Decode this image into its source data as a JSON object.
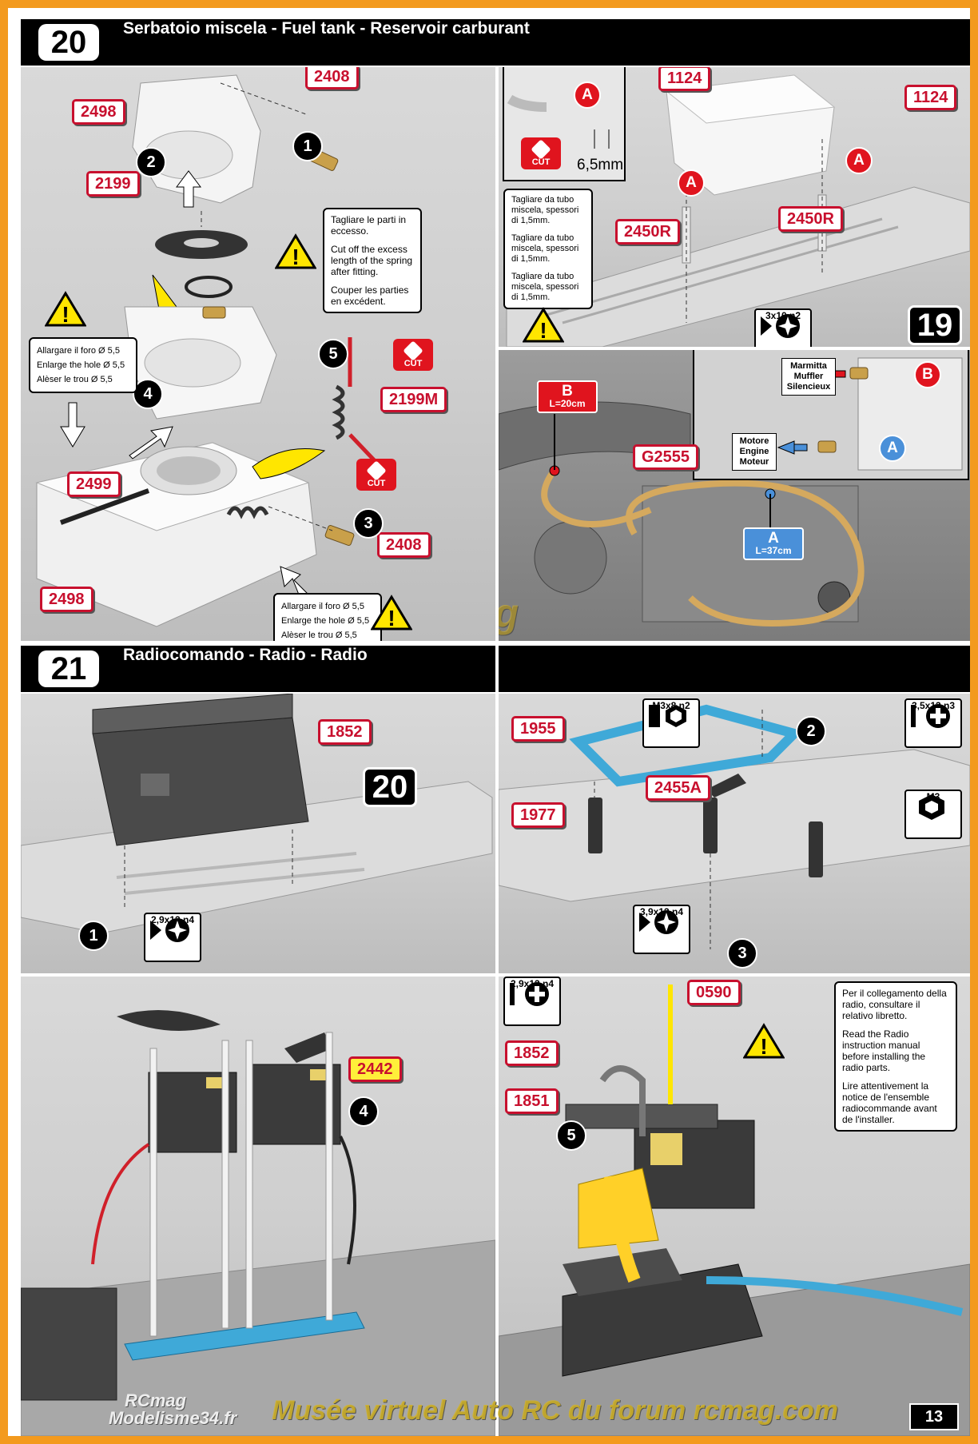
{
  "sections": {
    "s20": {
      "num": "20",
      "title": "Serbatoio miscela - Fuel tank - Reservoir carburant"
    },
    "s21": {
      "num": "21",
      "title": "Radiocomando - Radio - Radio"
    }
  },
  "parts": {
    "p2408a": "2408",
    "p2498a": "2498",
    "p2199": "2199",
    "p2199m": "2199M",
    "p2499": "2499",
    "p2408b": "2408",
    "p2498b": "2498",
    "p1124a": "1124",
    "p1124b": "1124",
    "p2450l": "2450R",
    "p2450r": "2450R",
    "pg2555": "G2555",
    "p1852a": "1852",
    "p1955": "1955",
    "p2455a": "2455A",
    "p1977": "1977",
    "p2442": "2442",
    "p0590": "0590",
    "p1852b": "1852",
    "p1851": "1851"
  },
  "steps": {
    "s1": "1",
    "s2": "2",
    "s3": "3",
    "s4": "4",
    "s5": "5",
    "r1": "1",
    "r2": "2",
    "r3": "3",
    "r4": "4",
    "r5": "5"
  },
  "letters": {
    "a1": "A",
    "a2": "A",
    "a3": "A",
    "b1": "B",
    "ab": "A"
  },
  "notes": {
    "cut_spring": [
      "Tagliare le parti in eccesso.",
      "Cut off the excess length of the spring after fitting.",
      "Couper les parties en excédent."
    ],
    "hole_top": [
      "Allargare il foro Ø 5,5",
      "Enlarge the hole Ø 5,5",
      "Alèser le trou Ø 5,5"
    ],
    "hole_bottom": [
      "Allargare il foro Ø 5,5",
      "Enlarge the hole Ø 5,5",
      "Alèser le trou Ø 5,5"
    ],
    "tube": [
      "Tagliare da tubo miscela, spessori di 1,5mm.",
      "Tagliare da tubo miscela, spessori di 1,5mm.",
      "Tagliare da tubo miscela, spessori di 1,5mm."
    ],
    "radio": [
      "Per il collegamento della radio, consultare il relativo libretto.",
      "Read the Radio instruction manual before installing the radio parts.",
      "Lire attentivement la notice de l'ensemble radiocommande avant de l'installer."
    ]
  },
  "labels": {
    "cut": "CUT",
    "thickness": "6,5mm",
    "muffler": [
      "Marmitta",
      "Muffler",
      "Silencieux"
    ],
    "engine": [
      "Motore",
      "Engine",
      "Moteur"
    ],
    "hose_b": {
      "letter": "B",
      "len": "L=20cm"
    },
    "hose_a": {
      "letter": "A",
      "len": "L=37cm"
    },
    "ref19": "19",
    "ref20": "20",
    "page": "13"
  },
  "screws": {
    "sc3x10": "3x10 n2",
    "sc29a": "2,9x13 n4",
    "m3x8": "M3x8 n2",
    "sc35": "3,5x13 n3",
    "m3": "M3",
    "sc39": "3,9x13 n4",
    "sc29b": "2,9x13 n4"
  },
  "watermarks": {
    "bottom": "Musée virtuel Auto RC du forum rcmag.com",
    "logo1": "RCmag",
    "logo2": "Modelisme34.fr",
    "mid": "RCmag"
  },
  "icons": [
    "warning-icon",
    "screwdriver-phillips-icon",
    "hex-key-icon",
    "hex-nut-icon",
    "scissors-cut-icon"
  ]
}
